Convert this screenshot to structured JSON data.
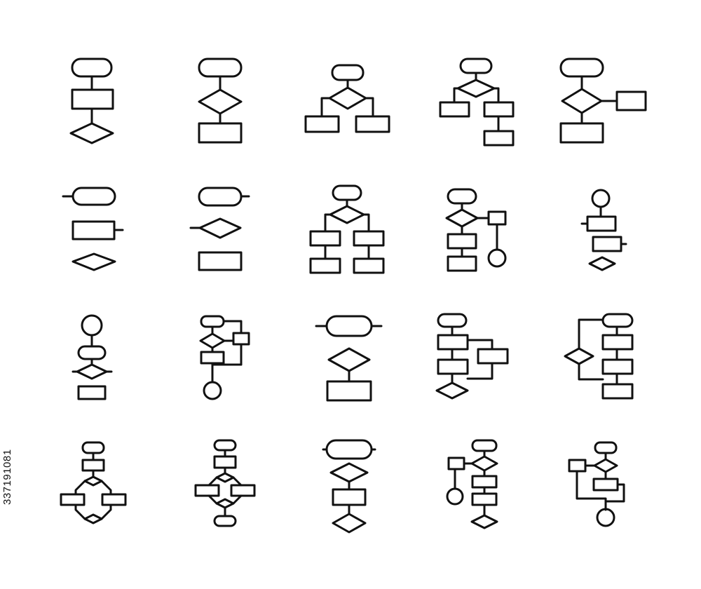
{
  "stock_id": "337191081",
  "icon_set": {
    "style": "outline flowchart icons",
    "stroke_color": "#111111",
    "background": "#ffffff",
    "rows": 4,
    "columns": 5,
    "icons": [
      "flowchart-icon-1",
      "flowchart-icon-2",
      "flowchart-icon-3",
      "flowchart-icon-4",
      "flowchart-icon-5",
      "flowchart-icon-6",
      "flowchart-icon-7",
      "flowchart-icon-8",
      "flowchart-icon-9",
      "flowchart-icon-10",
      "flowchart-icon-11",
      "flowchart-icon-12",
      "flowchart-icon-13",
      "flowchart-icon-14",
      "flowchart-icon-15",
      "flowchart-icon-16",
      "flowchart-icon-17",
      "flowchart-icon-18",
      "flowchart-icon-19",
      "flowchart-icon-20"
    ]
  }
}
